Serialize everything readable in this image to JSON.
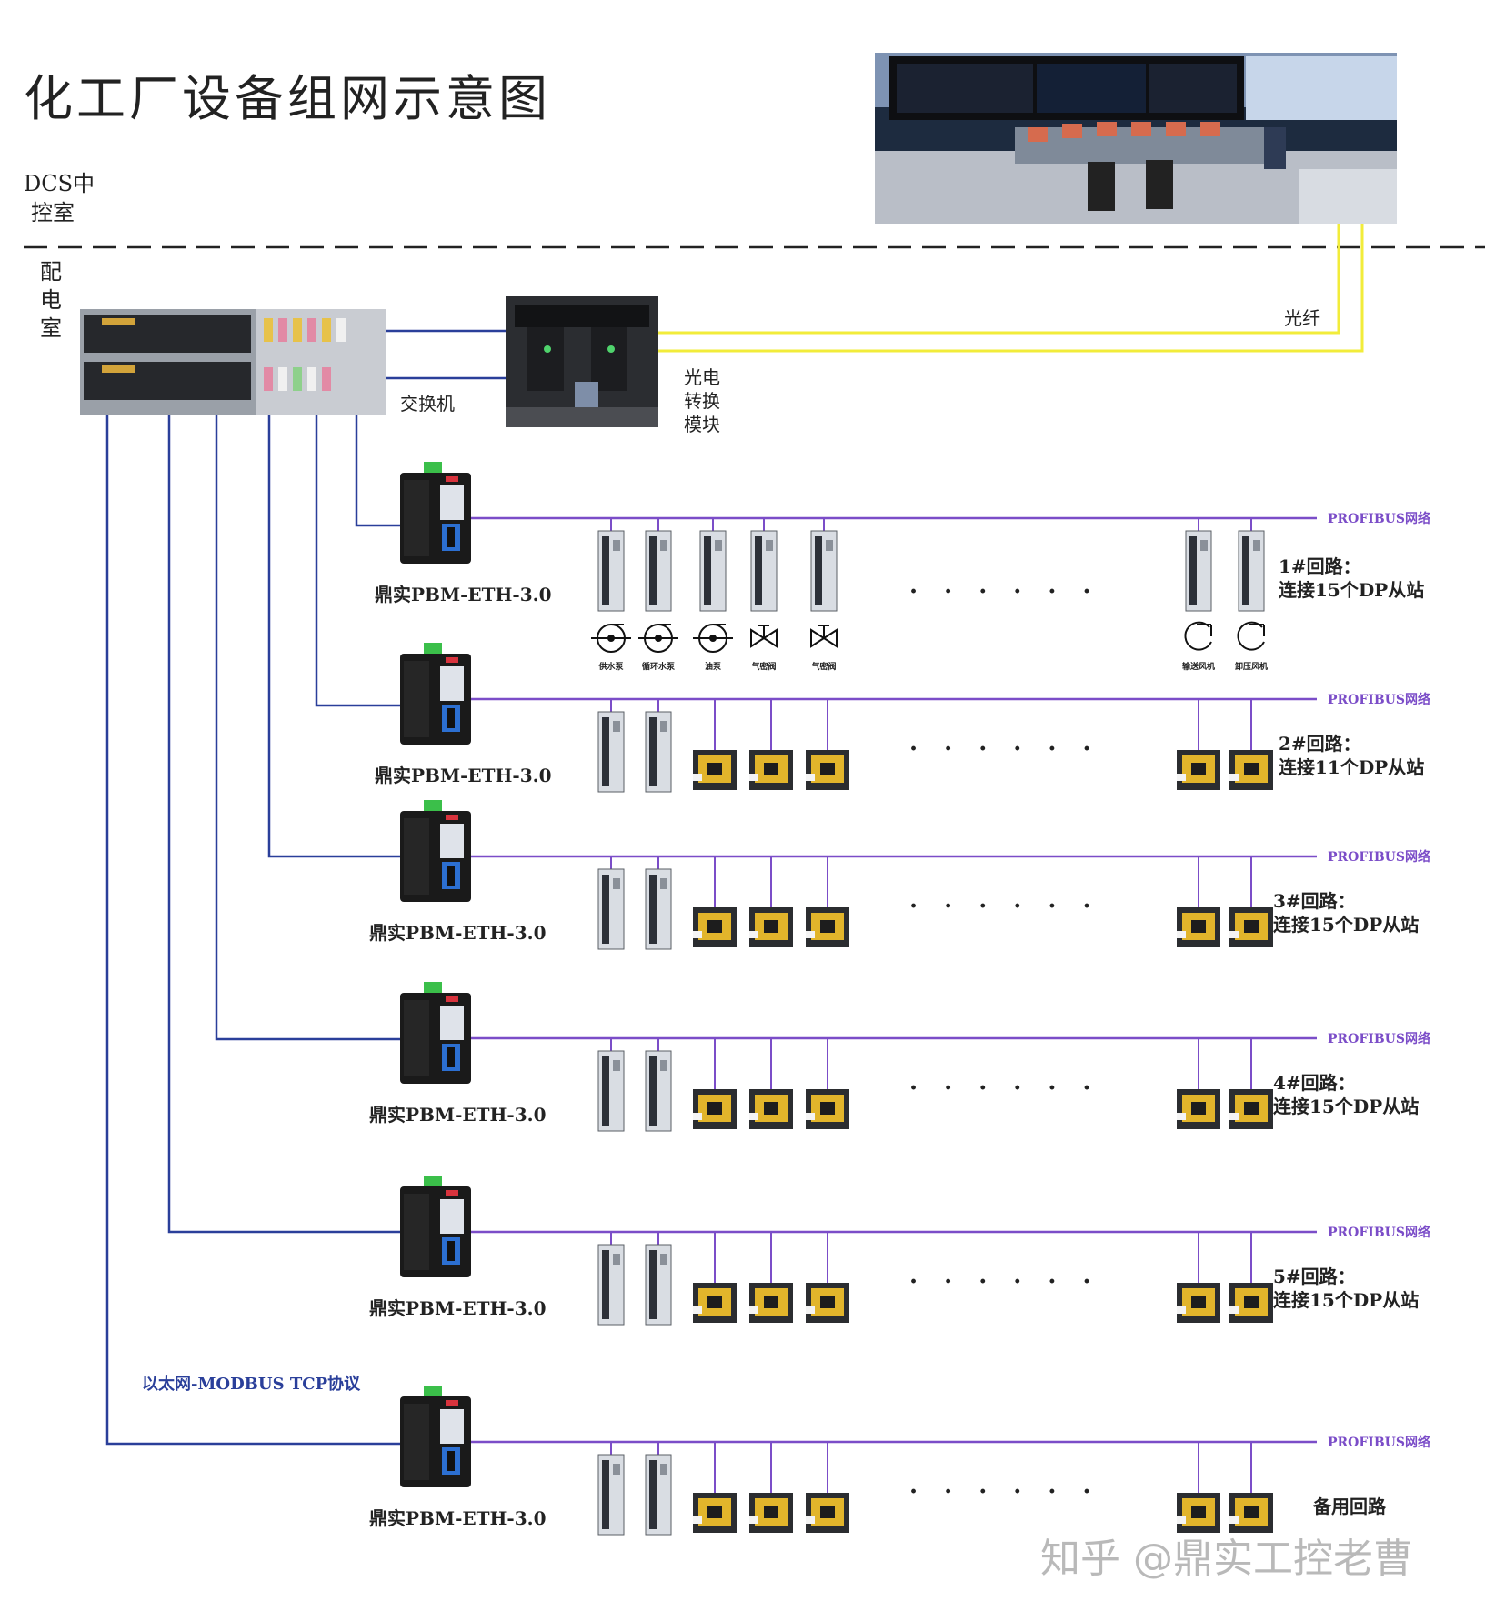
{
  "title": "化工厂设备组网示意图",
  "zones": {
    "dcs": [
      "DCS中",
      "控室"
    ],
    "power_room": [
      "配",
      "电",
      "室"
    ]
  },
  "labels": {
    "switch": "交换机",
    "fiber": "光纤",
    "converter": [
      "光电",
      "转换",
      "模块"
    ],
    "ethernet_protocol": "以太网-MODBUS TCP协议"
  },
  "gateway_label": "鼎实PBM-ETH-3.0",
  "network_label": "PROFIBUS网络",
  "dots": "· · · · · ·",
  "loop1_devices": [
    "供水泵",
    "循环水泵",
    "油泵",
    "气密阀",
    "气密阀",
    "输送风机",
    "卸压风机"
  ],
  "loops": [
    {
      "line1": "1#回路：",
      "line2": "连接15个DP从站"
    },
    {
      "line1": "2#回路：",
      "line2": "连接11个DP从站"
    },
    {
      "line1": "3#回路：",
      "line2": "连接15个DP从站"
    },
    {
      "line1": "4#回路：",
      "line2": "连接15个DP从站"
    },
    {
      "line1": "5#回路：",
      "line2": "连接15个DP从站"
    },
    {
      "line1": "备用回路",
      "line2": ""
    }
  ],
  "watermark": "知乎 @鼎实工控老曹",
  "colors": {
    "ethernet": "#2a3f9a",
    "profibus": "#7b4dc8",
    "fiber": "#f2ec3a",
    "gateway_body": "#1a1a1a",
    "gateway_accent": "#2c6fd1",
    "terminal": "#3bbf4a"
  }
}
